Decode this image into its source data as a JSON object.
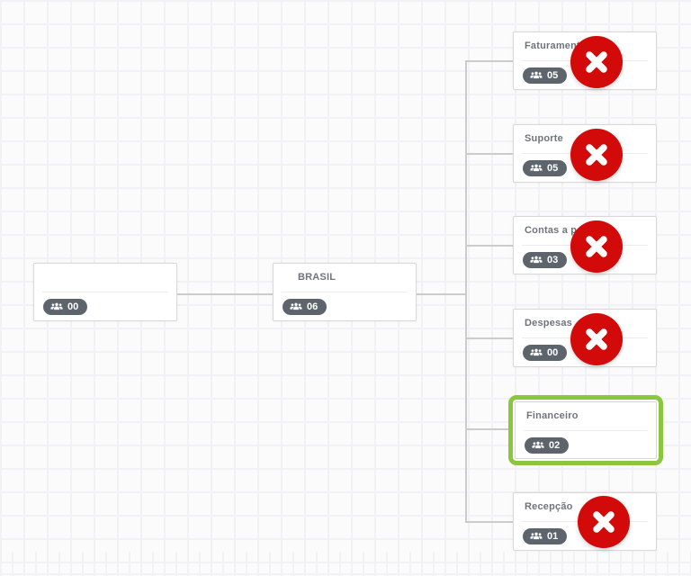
{
  "colors": {
    "delete_button_red": "#d20a0a",
    "selection_green": "#8cc63f",
    "badge_background": "#5e646c",
    "connector_gray": "#cccccc",
    "node_border": "#d8d8d8"
  },
  "chart": {
    "root": {
      "title": "",
      "member_count": "00"
    },
    "parent": {
      "title": "BRASIL",
      "member_count": "06"
    },
    "children": [
      {
        "title": "Faturamento",
        "member_count": "05",
        "deletable": true,
        "selected": false
      },
      {
        "title": "Suporte",
        "member_count": "05",
        "deletable": true,
        "selected": false
      },
      {
        "title": "Contas a pagar",
        "member_count": "03",
        "deletable": true,
        "selected": false
      },
      {
        "title": "Despesas",
        "member_count": "00",
        "deletable": true,
        "selected": false
      },
      {
        "title": "Financeiro",
        "member_count": "02",
        "deletable": false,
        "selected": true
      },
      {
        "title": "Recepção",
        "member_count": "01",
        "deletable": true,
        "selected": false
      }
    ]
  },
  "icons": {
    "members": "users-group-icon",
    "delete": "x-cross-icon"
  }
}
